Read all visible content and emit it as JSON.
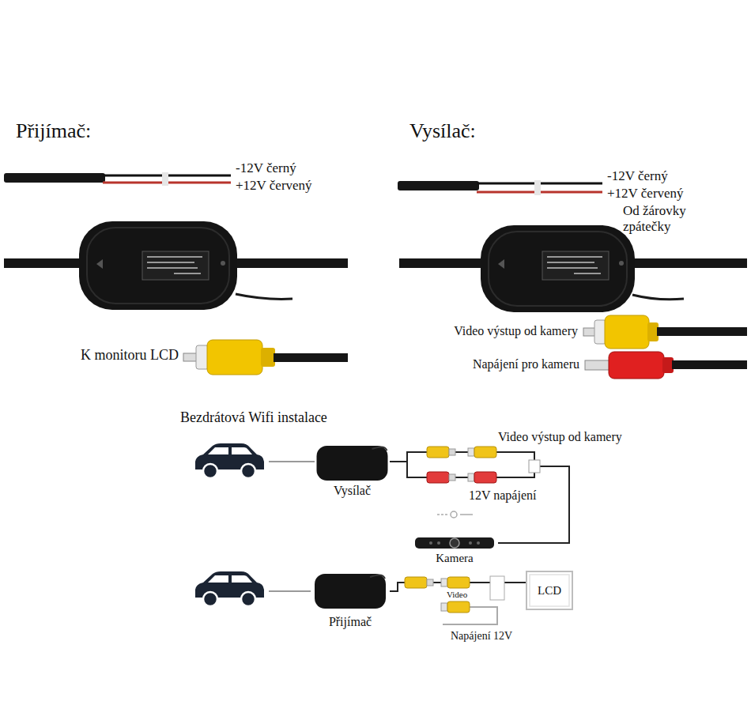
{
  "diagram": {
    "nodes": [
      {
        "text": [
          "Vysílač"
        ]
      },
      {
        "text": [
          "Kamera"
        ]
      },
      {
        "text": [
          "Přijímač"
        ]
      },
      {
        "text": [
          "LCD"
        ]
      }
    ],
    "edges": [
      {
        "from": 0,
        "to": 1,
        "arrow": "none"
      },
      {
        "from": 2,
        "to": 3,
        "arrow": "none"
      }
    ],
    "labels": [
      "Přijímač:",
      "Vysílač:",
      "-12V černý",
      "+12V červený",
      "-12V černý",
      "+12V červený",
      "Od žárovky zpátečky",
      "K monitoru LCD",
      "Video výstup od kamery",
      "Napájení pro kameru",
      "Bezdrátová Wifi instalace",
      "Video výstup od kamery",
      "12V napájení",
      "Video",
      "Napájení 12V"
    ]
  }
}
